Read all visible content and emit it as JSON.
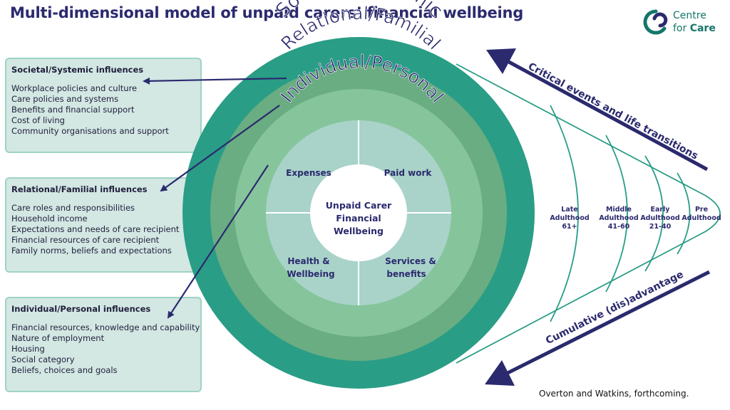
{
  "title": "Multi-dimensional model of unpaid carers’ financial wellbeing",
  "logo": {
    "line1": "Centre",
    "line2_a": "for ",
    "line2_b": "Care"
  },
  "boxes": [
    {
      "title": "Societal/Systemic influences",
      "items": [
        "Workplace policies and culture",
        "Care policies and systems",
        "Benefits and financial support",
        "Cost of living",
        "Community organisations and support"
      ]
    },
    {
      "title": "Relational/Familial influences",
      "items": [
        "Care roles and responsibilities",
        "Household income",
        "Expectations and needs of care recipient",
        "Financial resources of care recipient",
        "Family norms, beliefs and expectations"
      ]
    },
    {
      "title": "Individual/Personal influences",
      "items": [
        "Financial resources, knowledge and capability",
        "Nature of employment",
        "Housing",
        "Social category",
        "Beliefs, choices and goals"
      ]
    }
  ],
  "rings": {
    "outer": "Societal/Systemic",
    "middle": "Relational/Familial",
    "inner": "Individual/Personal"
  },
  "center": {
    "line1": "Unpaid Carer",
    "line2": "Financial",
    "line3": "Wellbeing"
  },
  "quadrants": {
    "tl": "Expenses",
    "tr": "Paid work",
    "bl1": "Health &",
    "bl2": "Wellbeing",
    "br1": "Services &",
    "br2": "benefits"
  },
  "life_stages": [
    {
      "l1": "Late",
      "l2": "Adulthood",
      "l3": "61+"
    },
    {
      "l1": "Middle",
      "l2": "Adulthood",
      "l3": "41-60"
    },
    {
      "l1": "Early",
      "l2": "Adulthood",
      "l3": "21-40"
    },
    {
      "l1": "Pre",
      "l2": "Adulthood",
      "l3": ""
    }
  ],
  "arrow_labels": {
    "top": "Critical events and life transitions",
    "bottom": "Cumulative (dis)advantage"
  },
  "credit": "Overton and Watkins, forthcoming.",
  "colors": {
    "navy": "#2b2a6e",
    "teal_dark": "#2a9d86",
    "green_mid": "#6aad82",
    "green_light": "#86c59c",
    "quad": "#a9d3c9",
    "box_fill": "#d3e7e3",
    "box_border": "#9ed3c5",
    "brand": "#14766a"
  }
}
